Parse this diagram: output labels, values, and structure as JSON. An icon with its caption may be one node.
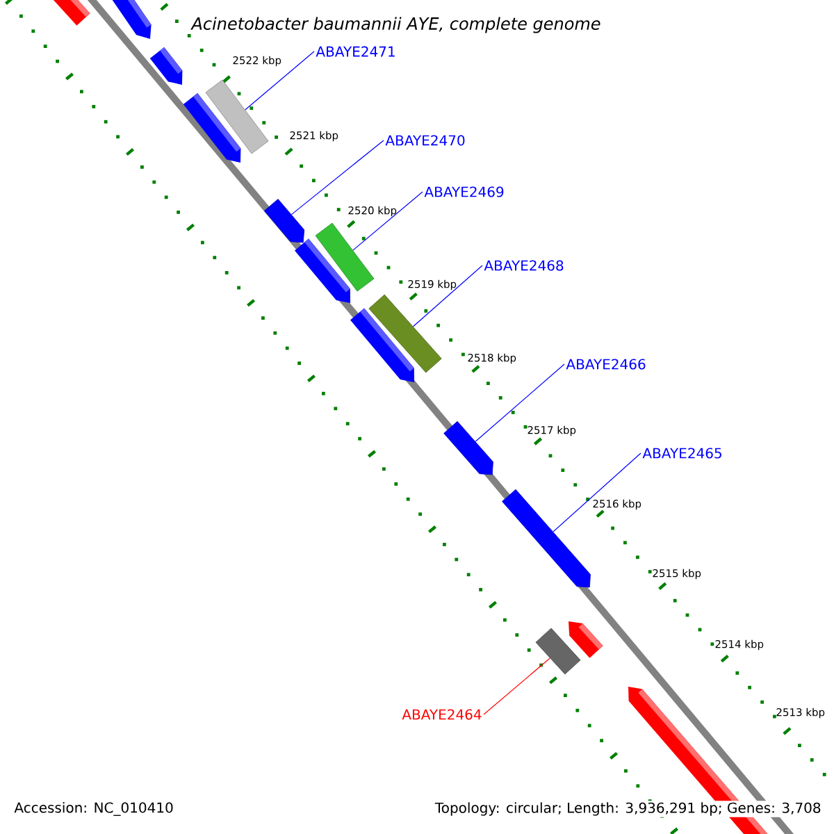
{
  "diagram": {
    "title": "Acinetobacter baumannii AYE, complete genome",
    "nodes": [
      {
        "text": [
          "ABAYE2471"
        ]
      },
      {
        "text": [
          "ABAYE2470"
        ]
      },
      {
        "text": [
          "ABAYE2469"
        ]
      },
      {
        "text": [
          "ABAYE2468"
        ]
      },
      {
        "text": [
          "ABAYE2466"
        ]
      },
      {
        "text": [
          "ABAYE2465"
        ]
      },
      {
        "text": [
          "ABAYE2464"
        ]
      },
      {
        "text": [],
        "shape": "bar"
      },
      {
        "text": [],
        "shape": "arrow"
      },
      {
        "text": [],
        "shape": "bar"
      },
      {
        "text": [],
        "shape": "bar"
      },
      {
        "text": [],
        "shape": "arrow"
      },
      {
        "text": [],
        "shape": "arrow"
      },
      {
        "text": [],
        "shape": "bar"
      }
    ],
    "edges": [
      {
        "from": 0,
        "to": 7,
        "arrow": "none"
      },
      {
        "from": 1,
        "to": 8,
        "arrow": "none"
      },
      {
        "from": 2,
        "to": 9,
        "arrow": "none"
      },
      {
        "from": 3,
        "to": 10,
        "arrow": "none"
      },
      {
        "from": 4,
        "to": 11,
        "arrow": "none"
      },
      {
        "from": 5,
        "to": 12,
        "arrow": "none"
      },
      {
        "from": 6,
        "to": 13,
        "arrow": "none",
        "color": "#ff0000"
      }
    ],
    "labels": [
      "2522 kbp",
      "2521 kbp",
      "2520 kbp",
      "2519 kbp",
      "2518 kbp",
      "2517 kbp",
      "2516 kbp",
      "2515 kbp",
      "2514 kbp",
      "2513 kbp",
      "Accession: NC_010410",
      "Topology: circular; Length: 3,936,291 bp; Genes: 3,708"
    ]
  }
}
